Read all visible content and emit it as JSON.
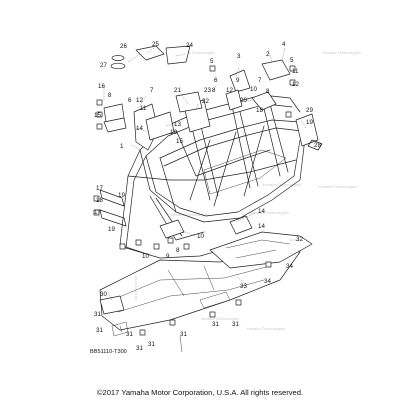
{
  "diagram": {
    "drawing_code": "BB51110-T300",
    "copyright": "©2017 Yamaha Motor Corporation, U.S.A. All rights reserved.",
    "watermark": "Yamaha Technologies",
    "callouts": [
      "1",
      "2",
      "3",
      "4",
      "5",
      "6",
      "7",
      "8",
      "9",
      "10",
      "11",
      "12",
      "13",
      "14",
      "15",
      "16",
      "17",
      "18",
      "19",
      "20",
      "21",
      "22",
      "23",
      "24",
      "25",
      "26",
      "27",
      "28",
      "29",
      "30",
      "31",
      "32",
      "33",
      "34"
    ]
  }
}
